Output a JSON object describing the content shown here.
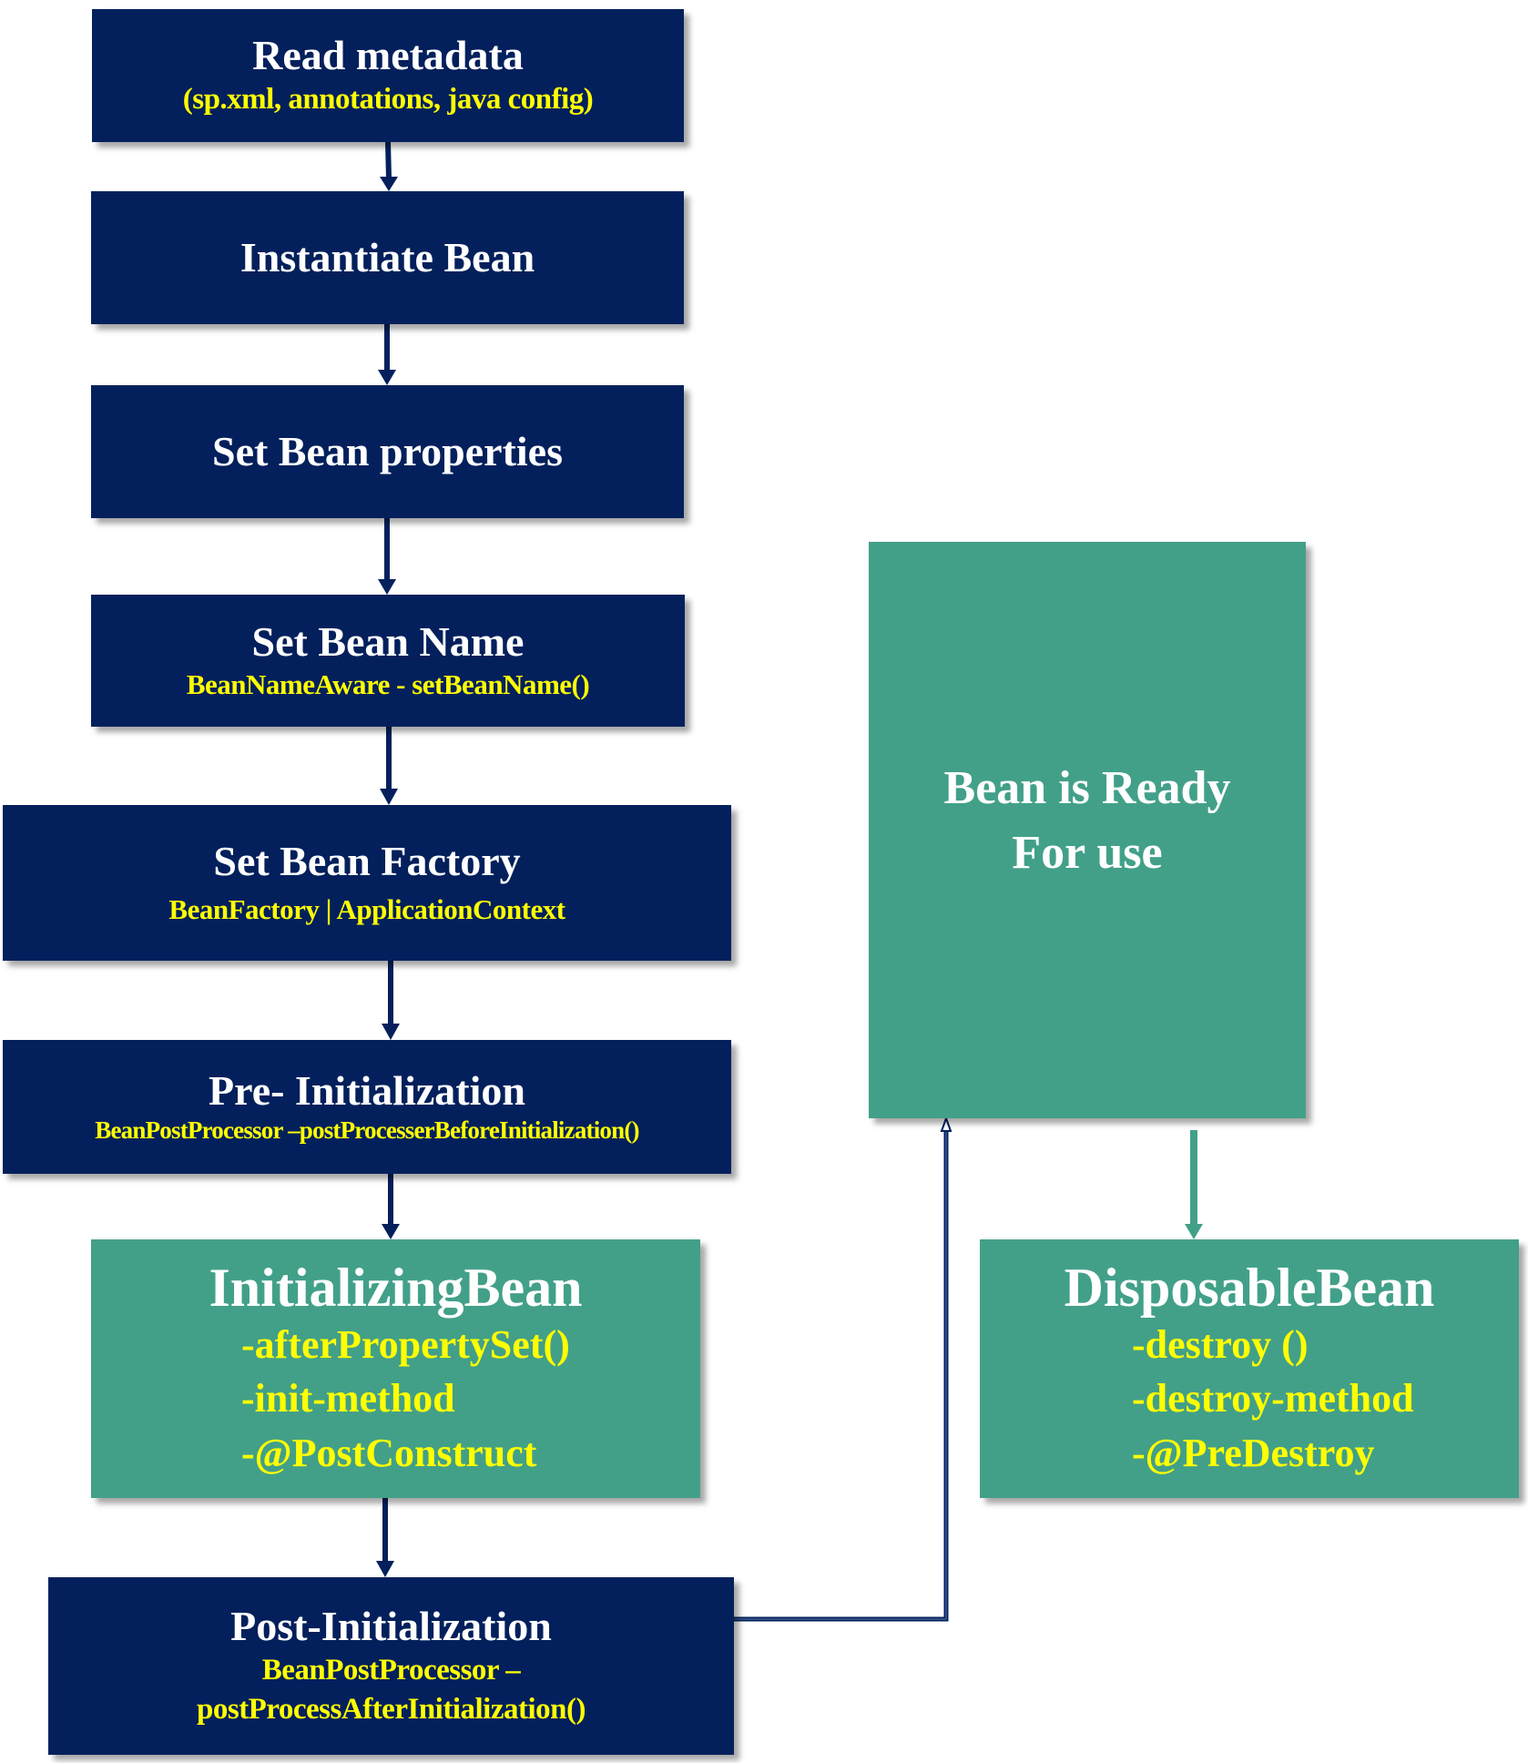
{
  "colors": {
    "navy": "#03205c",
    "teal": "#42a089",
    "title_text": "#ffffff",
    "detail_text": "#ffff00"
  },
  "steps": {
    "read_metadata": {
      "title": "Read metadata",
      "detail": "(sp.xml, annotations, java config)"
    },
    "instantiate": {
      "title": "Instantiate Bean"
    },
    "set_properties": {
      "title": "Set Bean properties"
    },
    "set_name": {
      "title": "Set Bean Name",
      "detail": "BeanNameAware - setBeanName()"
    },
    "set_factory": {
      "title": "Set Bean Factory",
      "detail": "BeanFactory | ApplicationContext"
    },
    "pre_init": {
      "title": "Pre- Initialization",
      "detail": "BeanPostProcessor –postProcesserBeforeInitialization()"
    },
    "initializing_bean": {
      "title": "InitializingBean",
      "items": [
        "-afterPropertySet()",
        "-init-method",
        "-@PostConstruct"
      ]
    },
    "post_init": {
      "title": "Post-Initialization",
      "detail_line1": "BeanPostProcessor –",
      "detail_line2": "postProcessAfterInitialization()"
    },
    "ready": {
      "line1": "Bean is Ready",
      "line2": "For use"
    },
    "disposable_bean": {
      "title": "DisposableBean",
      "items": [
        "-destroy ()",
        "-destroy-method",
        "-@PreDestroy"
      ]
    }
  }
}
